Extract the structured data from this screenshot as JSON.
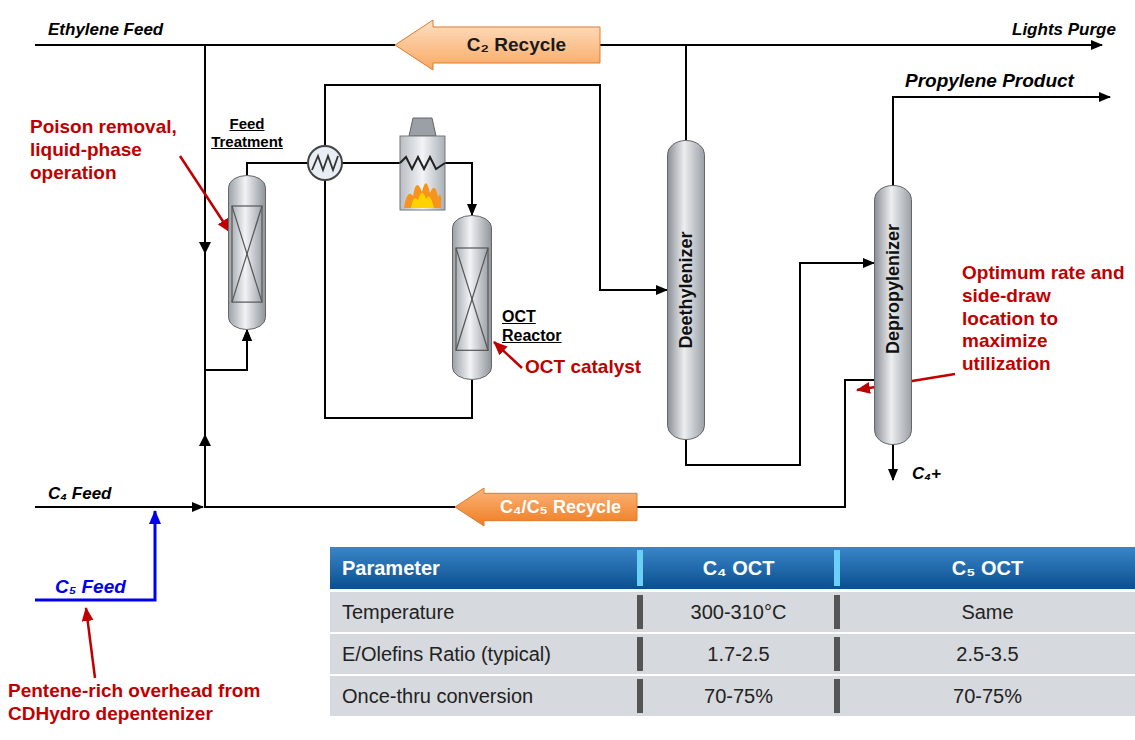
{
  "diagram": {
    "nodes": [
      {
        "text": [
          "C₂ Recycle"
        ]
      },
      {
        "text": [
          "Feed Treatment"
        ]
      },
      {
        "text": [
          "OCT Reactor"
        ]
      },
      {
        "text": [
          "Deethylenizer"
        ]
      },
      {
        "text": [
          "Depropylenizer"
        ]
      },
      {
        "text": [
          "C₄/C₅ Recycle"
        ]
      }
    ],
    "edges": [
      {
        "from": 0,
        "to": 1,
        "arrow": "to"
      },
      {
        "from": 1,
        "to": 2,
        "arrow": "to"
      },
      {
        "from": 2,
        "to": 3,
        "arrow": "to"
      },
      {
        "from": 3,
        "to": 0,
        "arrow": "none"
      },
      {
        "from": 3,
        "to": 4,
        "arrow": "to"
      },
      {
        "from": 4,
        "to": 5,
        "arrow": "none"
      },
      {
        "from": 5,
        "to": 1,
        "arrow": "to"
      }
    ],
    "labels": [
      "Ethylene Feed",
      "Lights Purge",
      "Propylene Product",
      "Poison removal, liquid-phase operation",
      "OCT catalyst",
      "Optimum rate and side-draw location to maximize utilization",
      "C₄+",
      "C₄ Feed",
      "C₅ Feed",
      "Pentene-rich overhead from CDHydro depentenizer",
      "Parameter",
      "C₄ OCT",
      "C₅ OCT",
      "Temperature",
      "300-310°C",
      "Same",
      "E/Olefins Ratio (typical)",
      "1.7-2.5",
      "2.5-3.5",
      "Once-thru conversion",
      "70-75%",
      "70-75%"
    ]
  }
}
